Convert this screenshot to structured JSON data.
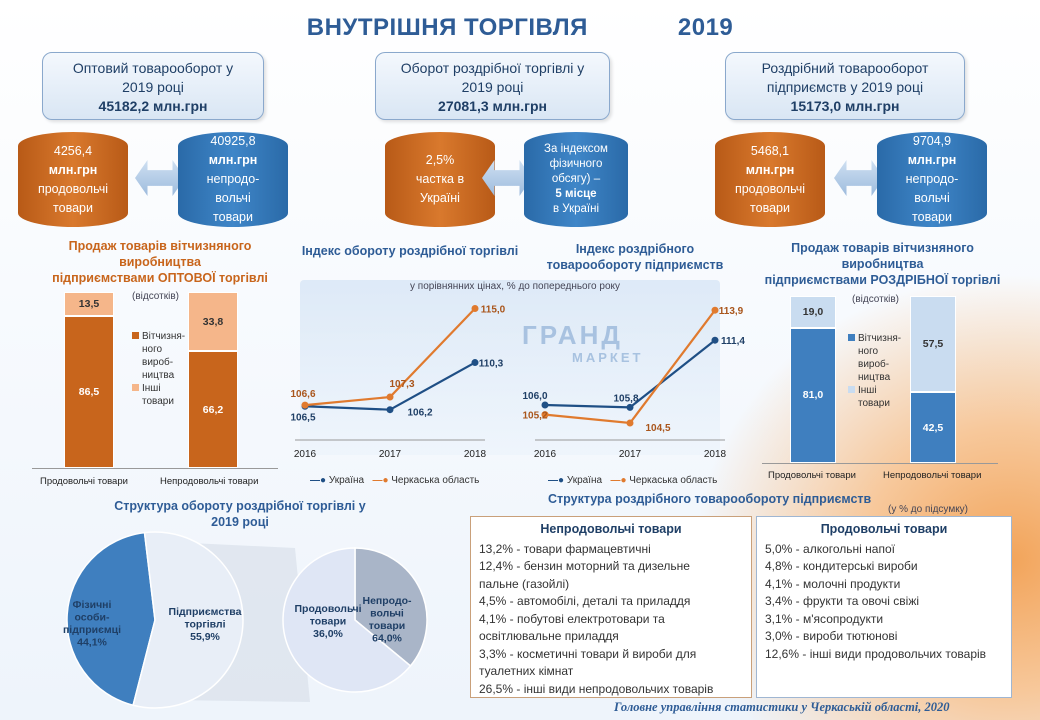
{
  "title": "ВНУТРІШНЯ ТОРГІВЛЯ",
  "year": "2019",
  "boxes": [
    {
      "line1": "Оптовий товарооборот у",
      "line2": "2019 році",
      "value": "45182,2 млн.грн"
    },
    {
      "line1": "Оборот роздрібної торгівлі у",
      "line2": "2019 році",
      "value": "27081,3 млн.грн"
    },
    {
      "line1": "Роздрібний товарооборот",
      "line2": "підприємств у 2019 році",
      "value": "15173,0 млн.грн"
    }
  ],
  "cylinders": {
    "c1": {
      "v": "4256,4",
      "u": "млн.грн",
      "l1": "продовольчі",
      "l2": "товари"
    },
    "c2": {
      "v": "40925,8",
      "u": "млн.грн",
      "l1": "непродо-",
      "l2": "вольчі",
      "l3": "товари"
    },
    "c3": {
      "v": "2,5%",
      "l1": "частка в",
      "l2": "Україні"
    },
    "c4": {
      "l1": "За індексом",
      "l2": "фізичного",
      "l3": "обсягу) –",
      "l4": "5 місце",
      "l5": "в Україні"
    },
    "c5": {
      "v": "5468,1",
      "u": "млн.грн",
      "l1": "продовольчі",
      "l2": "товари"
    },
    "c6": {
      "v": "9704,9",
      "u": "млн.грн",
      "l1": "непродо-",
      "l2": "вольчі",
      "l3": "товари"
    }
  },
  "wholesale": {
    "title1": "Продаж товарів вітчизняного",
    "title2": "виробництва",
    "title3": "підприємствами ОПТОВОЇ торгівлі",
    "note": "(відсотків)",
    "legend_domestic": [
      "Вітчизня-",
      "ного",
      "вироб-",
      "ництва"
    ],
    "legend_other": [
      "Інші",
      "товари"
    ],
    "cat1": "Продовольчі товари",
    "cat2": "Непродовольчі товари"
  },
  "retail_share": {
    "title1": "Продаж товарів вітчизняного",
    "title2": "виробництва",
    "title3": "підприємствами РОЗДРІБНОЇ торгівлі",
    "note": "(відсотків)",
    "legend_domestic": [
      "Вітчизня-",
      "ного",
      "вироб-",
      "ництва"
    ],
    "legend_other": [
      "Інші",
      "товари"
    ],
    "cat1": "Продовольчі товари",
    "cat2": "Непродовольчі товари"
  },
  "index_titles": {
    "a": "Індекс обороту роздрібної торгівлі",
    "b1": "Індекс роздрібного",
    "b2": "товарообороту підприємств",
    "note": "у порівнянних цінах, % до попереднього року"
  },
  "legend_lines": {
    "ukraine": "Україна",
    "cherkasy": "Черкаська область"
  },
  "pie_title1": "Структура обороту роздрібної торгівлі у",
  "pie_title2": "2019 році",
  "pie_labels": {
    "persons": [
      "Фізичні",
      "особи-",
      "підприємці",
      "44,1%"
    ],
    "enterprises": [
      "Підприємства",
      "торгівлі",
      "55,9%"
    ],
    "food": [
      "Продовольчі",
      "товари",
      "36,0%"
    ],
    "nonfood": [
      "Непродо-",
      "вольчі",
      "товари",
      "64,0%"
    ]
  },
  "structure_title": "Структура роздрібного товарообороту підприємств",
  "structure_note": "(у % до підсумку)",
  "nonfood_panel": {
    "title": "Непродовольчі товари",
    "items": [
      "13,2% - товари фармацевтичні",
      "12,4% - бензин моторний та дизельне",
      "пальне (газойлі)",
      "4,5% - автомобілі, деталі та приладдя",
      "4,1% - побутові електротовари та",
      "освітлювальне приладдя",
      "3,3% - косметичні товари й вироби для",
      "туалетних кімнат",
      "26,5% - інші види непродовольчих товарів"
    ]
  },
  "food_panel": {
    "title": "Продовольчі товари",
    "items": [
      "5,0% - алкогольні напої",
      "4,8% - кондитерські вироби",
      "4,1% - молочні продукти",
      "3,4% - фрукти та овочі свіжі",
      "3,1% - м'ясопродукти",
      "3,0% - вироби тютюнові",
      "12,6% - інші види продовольчих товарів"
    ]
  },
  "photo_sign": {
    "line1": "ГРАНД",
    "line2": "МАРКЕТ"
  },
  "footer": "Головне управління статистики у Черкаській області, 2020",
  "colors": {
    "orange": "#c8651c",
    "light_orange": "#f5b68a",
    "blue": "#3f7fbf",
    "light_blue": "#c9dcf0",
    "ukraine": "#1f4f85",
    "cherkasy": "#e07a2e"
  },
  "chart_data": [
    {
      "type": "bar",
      "stacked": true,
      "title": "Продаж товарів вітчизняного виробництва підприємствами ОПТОВОЇ торгівлі",
      "categories": [
        "Продовольчі товари",
        "Непродовольчі товари"
      ],
      "series": [
        {
          "name": "Вітчизняного виробництва",
          "values": [
            86.5,
            66.2
          ]
        },
        {
          "name": "Інші товари",
          "values": [
            13.5,
            33.8
          ]
        }
      ],
      "labels": {
        "domestic": [
          "86,5",
          "66,2"
        ],
        "other": [
          "13,5",
          "33,8"
        ]
      },
      "ylim": [
        0,
        100
      ]
    },
    {
      "type": "line",
      "title": "Індекс обороту роздрібної торгівлі",
      "x": [
        "2016",
        "2017",
        "2018"
      ],
      "series": [
        {
          "name": "Україна",
          "values": [
            106.5,
            106.2,
            110.3
          ],
          "labels": [
            "106,5",
            "106,2",
            "110,3"
          ]
        },
        {
          "name": "Черкаська область",
          "values": [
            106.6,
            107.3,
            115.0
          ],
          "labels": [
            "106,6",
            "107,3",
            "115,0"
          ]
        }
      ],
      "ylim": [
        104,
        116
      ]
    },
    {
      "type": "line",
      "title": "Індекс роздрібного товарообороту підприємств",
      "x": [
        "2016",
        "2017",
        "2018"
      ],
      "series": [
        {
          "name": "Україна",
          "values": [
            106.0,
            105.8,
            111.4
          ],
          "labels": [
            "106,0",
            "105,8",
            "111,4"
          ]
        },
        {
          "name": "Черкаська область",
          "values": [
            105.2,
            104.5,
            113.9
          ],
          "labels": [
            "105,2",
            "104,5",
            "113,9"
          ]
        }
      ],
      "ylim": [
        103.5,
        115
      ]
    },
    {
      "type": "bar",
      "stacked": true,
      "title": "Продаж товарів вітчизняного виробництва підприємствами РОЗДРІБНОЇ торгівлі",
      "categories": [
        "Продовольчі товари",
        "Непродовольчі товари"
      ],
      "series": [
        {
          "name": "Вітчизняного виробництва",
          "values": [
            81.0,
            42.5
          ]
        },
        {
          "name": "Інші товари",
          "values": [
            19.0,
            57.5
          ]
        }
      ],
      "labels": {
        "domestic": [
          "81,0",
          "42,5"
        ],
        "other": [
          "19,0",
          "57,5"
        ]
      },
      "ylim": [
        0,
        100
      ]
    },
    {
      "type": "pie",
      "title": "Структура обороту роздрібної торгівлі у 2019 році",
      "categories": [
        "Фізичні особи-підприємці",
        "Підприємства торгівлі"
      ],
      "values": [
        44.1,
        55.9
      ]
    },
    {
      "type": "pie",
      "categories": [
        "Продовольчі товари",
        "Непродовольчі товари"
      ],
      "values": [
        36.0,
        64.0
      ]
    }
  ]
}
